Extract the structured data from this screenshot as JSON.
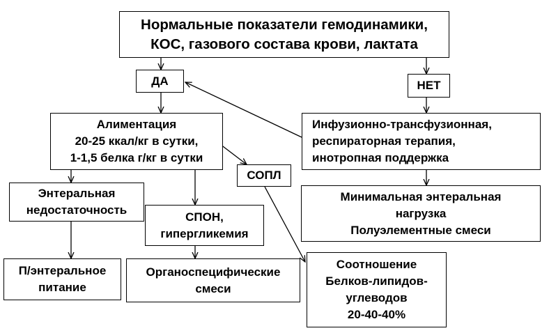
{
  "nodes": {
    "top": {
      "lines": [
        "Нормальные показатели гемодинамики,",
        "КОС, газового состава крови, лактата"
      ]
    },
    "yes": {
      "lines": [
        "ДА"
      ]
    },
    "no": {
      "lines": [
        "НЕТ"
      ]
    },
    "alimentation": {
      "lines": [
        "Алиментация",
        "20-25 ккал/кг в сутки,",
        "1-1,5 белка г/кг в сутки"
      ]
    },
    "therapy": {
      "lines": [
        "Инфузионно-трансфузионная,",
        "респираторная  терапия,",
        "инотропная  поддержка"
      ]
    },
    "sopl": {
      "lines": [
        "СОПЛ"
      ]
    },
    "enteral_insuff": {
      "lines": [
        "Энтеральная",
        "недостаточность"
      ]
    },
    "spon": {
      "lines": [
        "СПОН,",
        "гипергликемия"
      ]
    },
    "minimal": {
      "lines": [
        "Минимальная энтеральная",
        "нагрузка",
        "Полуэлементные  смеси"
      ]
    },
    "parenteral": {
      "lines": [
        "П/энтеральное",
        "питание"
      ]
    },
    "organ": {
      "lines": [
        "Органоспецифические",
        "смеси"
      ]
    },
    "ratio": {
      "lines": [
        "Соотношение",
        "Белков-липидов-",
        "углеводов",
        "20-40-40%"
      ]
    }
  }
}
